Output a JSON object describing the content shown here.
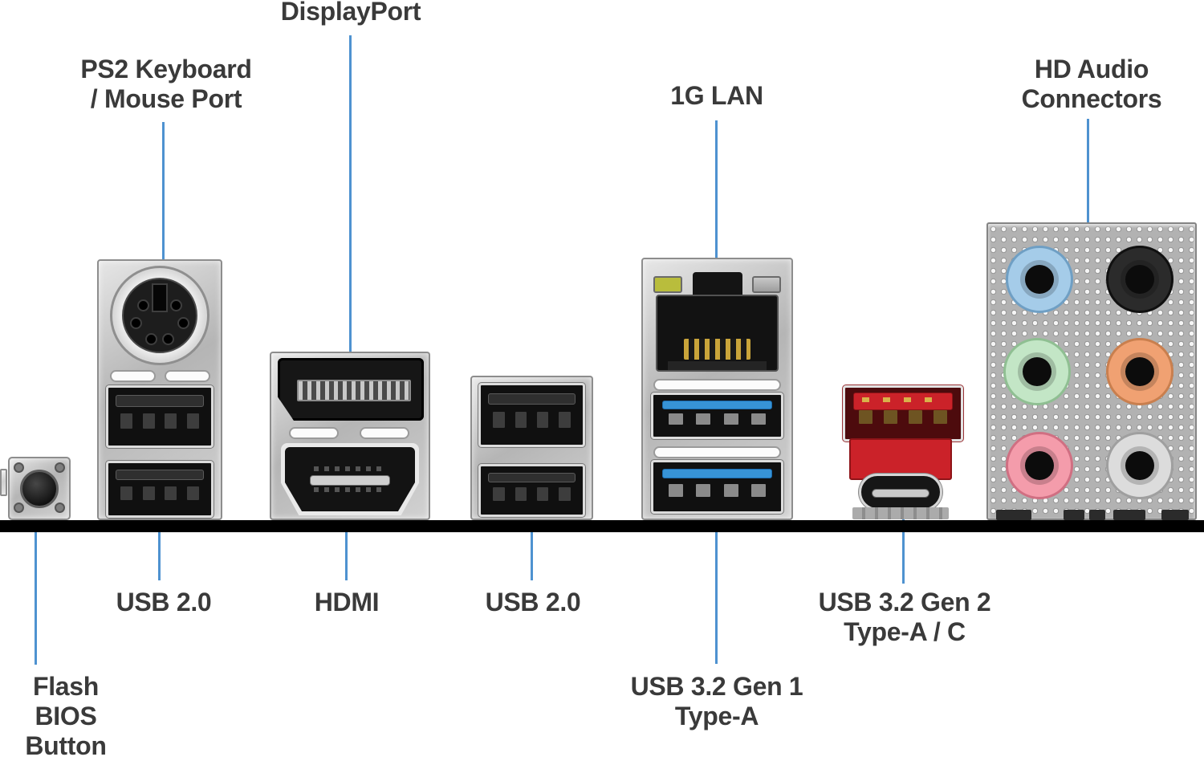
{
  "labels": {
    "displayport": "DisplayPort",
    "ps2": "PS2 Keyboard\n/ Mouse Port",
    "lan": "1G LAN",
    "hd_audio": "HD Audio\nConnectors",
    "usb2_left": "USB 2.0",
    "hdmi": "HDMI",
    "usb2_right": "USB 2.0",
    "usb32_gen1": "USB 3.2 Gen 1\nType-A",
    "usb32_gen2": "USB 3.2 Gen 2\nType-A / C",
    "flash_bios": "Flash\nBIOS\nButton"
  },
  "colors": {
    "leader": "#4e92d0",
    "label": "#3a3a3a",
    "bar": "#000000",
    "usb3_blue": "#3793d6",
    "usb_red": "#cb2229",
    "audio_blue": "#a5cce9",
    "audio_black": "#2b2b2b",
    "audio_green": "#c3e6c6",
    "audio_orange": "#f0a172",
    "audio_pink": "#f49cab",
    "audio_gray": "#dcdcdc",
    "lan_led_green": "#b9bd3c",
    "lan_led_gray": "#c8c8c8"
  }
}
